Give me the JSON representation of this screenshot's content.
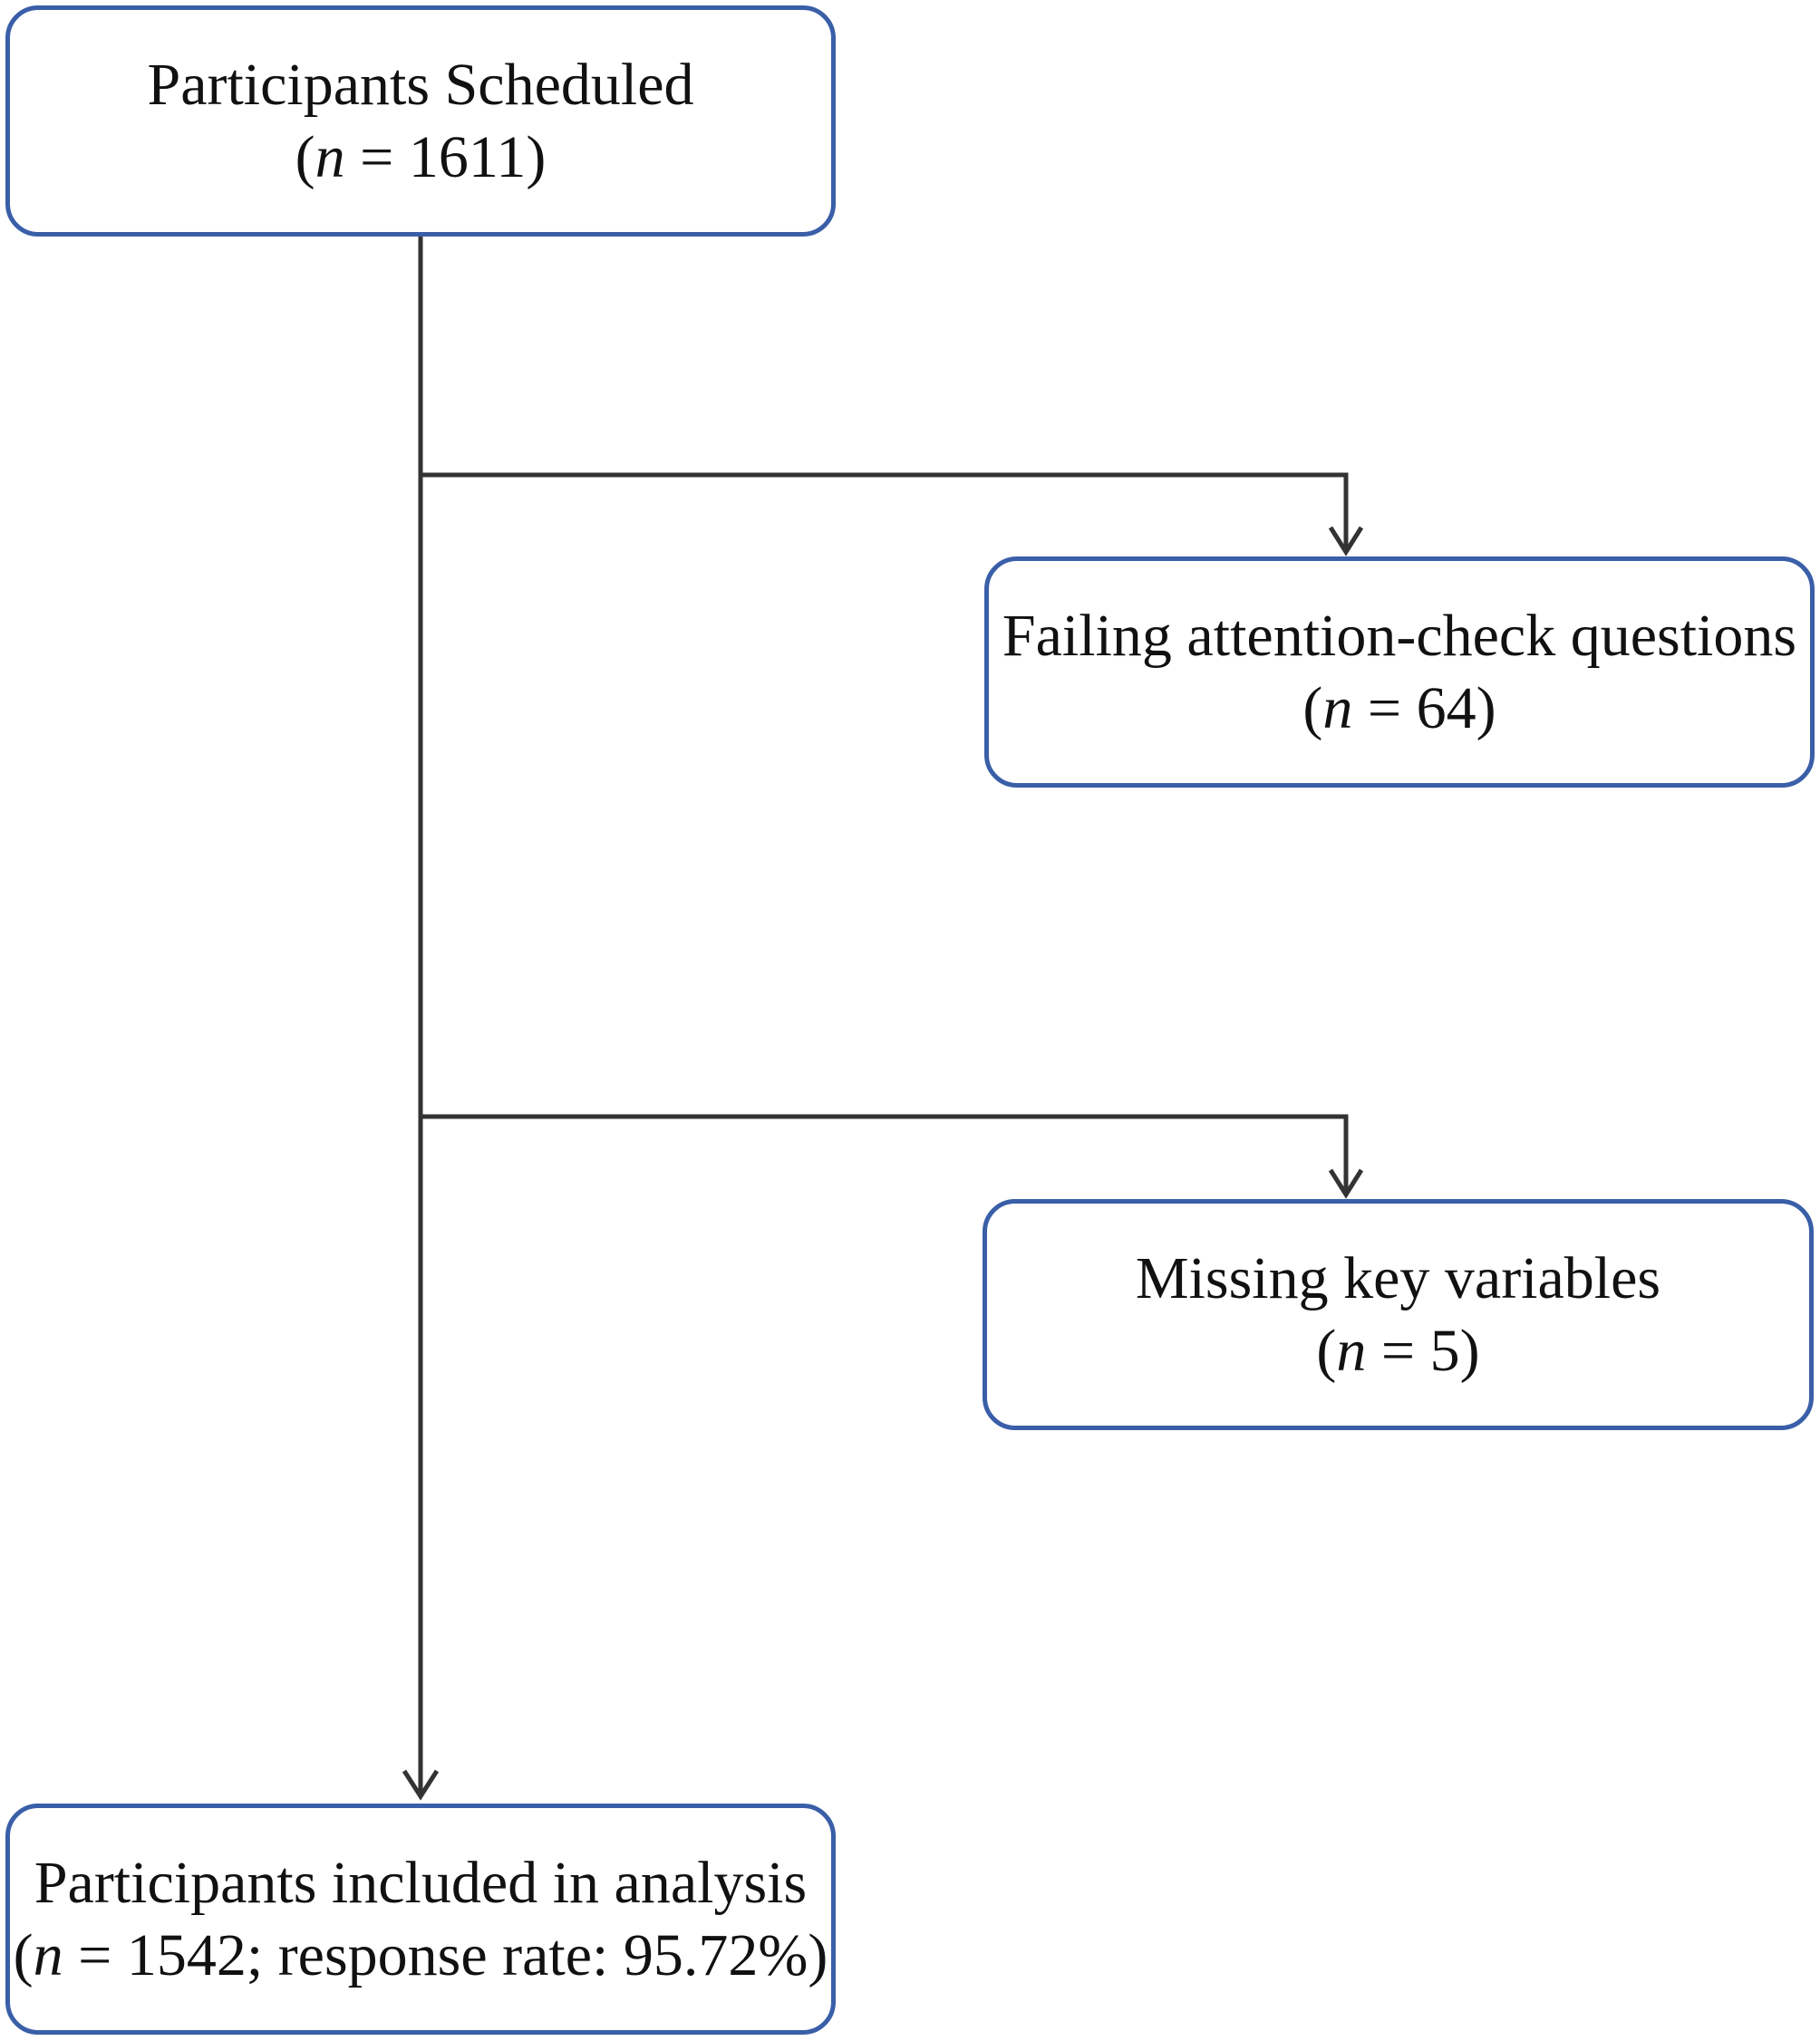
{
  "colors": {
    "box_border": "#3a5fa8",
    "connector": "#333333",
    "text": "#111111",
    "background": "#ffffff"
  },
  "nodes": {
    "scheduled": {
      "title": "Participants Scheduled",
      "count_open": "(",
      "count_symbol": "n",
      "count_rest": " = 1611)"
    },
    "attention": {
      "title": "Failing attention-check questions",
      "count_open": "(",
      "count_symbol": "n",
      "count_rest": " = 64)"
    },
    "missing": {
      "title": "Missing key variables",
      "count_open": "(",
      "count_symbol": "n",
      "count_rest": " = 5)"
    },
    "included": {
      "title": "Participants included in analysis",
      "count_open": "(",
      "count_symbol": "n",
      "count_rest": " = 1542; response rate: 95.72%)"
    }
  }
}
